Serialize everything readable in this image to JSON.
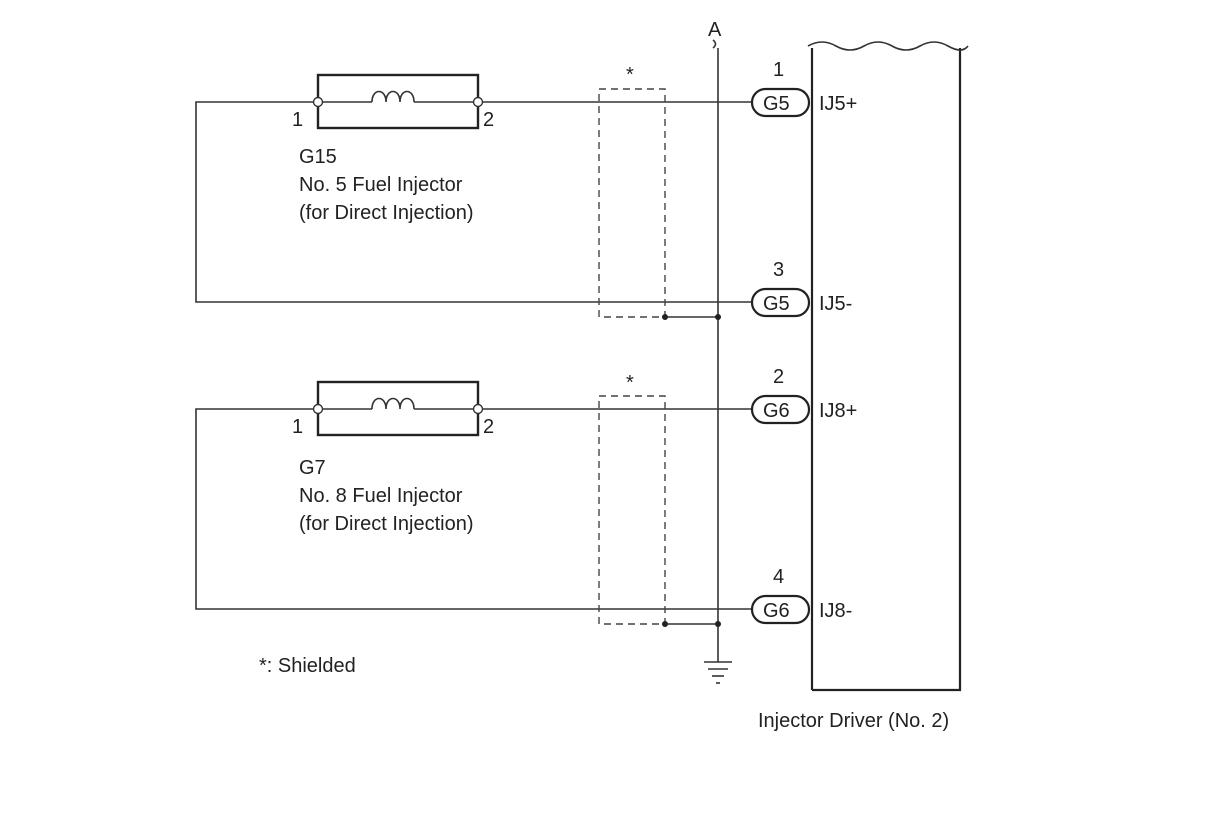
{
  "ground_label": "A",
  "shield_marker": "*",
  "legend": "*: Shielded",
  "ecu": {
    "label": "Injector Driver (No. 2)"
  },
  "injectors": [
    {
      "code": "G15",
      "name": "No. 5 Fuel Injector",
      "subtitle": "(for Direct Injection)",
      "pin_left": "1",
      "pin_right": "2"
    },
    {
      "code": "G7",
      "name": "No. 8 Fuel Injector",
      "subtitle": "(for Direct Injection)",
      "pin_left": "1",
      "pin_right": "2"
    }
  ],
  "terminals": [
    {
      "pin": "1",
      "connector": "G5",
      "signal": "IJ5+"
    },
    {
      "pin": "3",
      "connector": "G5",
      "signal": "IJ5-"
    },
    {
      "pin": "2",
      "connector": "G6",
      "signal": "IJ8+"
    },
    {
      "pin": "4",
      "connector": "G6",
      "signal": "IJ8-"
    }
  ]
}
